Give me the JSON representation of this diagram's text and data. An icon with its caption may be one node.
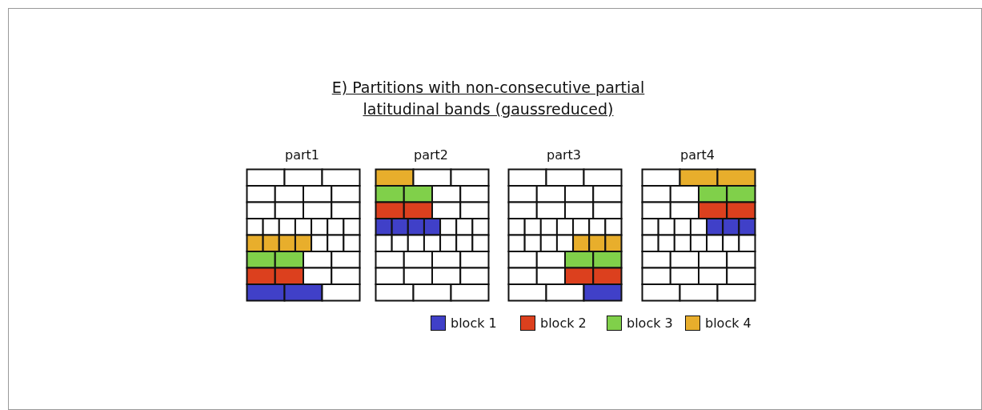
{
  "diagram": {
    "title": "E) Partitions with non-consecutive partial latitudinal bands (gaussreduced)",
    "nodes": [
      {
        "text": [
          "part1"
        ]
      },
      {
        "text": [
          "part2"
        ]
      },
      {
        "text": [
          "part3"
        ]
      },
      {
        "text": [
          "part4"
        ]
      }
    ],
    "legend": [
      {
        "text": "block 1",
        "color": "#4040c8"
      },
      {
        "text": "block 2",
        "color": "#dc401e"
      },
      {
        "text": "block 3",
        "color": "#80d04a"
      },
      {
        "text": "block 4",
        "color": "#e8ae2c"
      }
    ]
  }
}
